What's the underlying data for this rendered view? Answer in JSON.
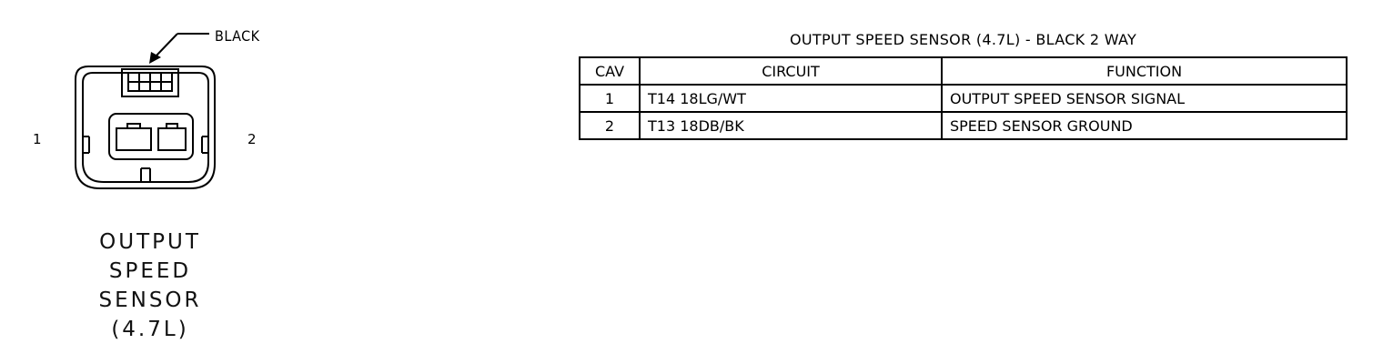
{
  "diagram": {
    "callout_label": "BLACK",
    "pin_left": "1",
    "pin_right": "2",
    "connector_name_lines": [
      "OUTPUT",
      "SPEED",
      "SENSOR",
      "(4.7L)"
    ]
  },
  "table": {
    "title": "OUTPUT SPEED SENSOR (4.7L) - BLACK 2 WAY",
    "headers": [
      "CAV",
      "CIRCUIT",
      "FUNCTION"
    ],
    "rows": [
      [
        "1",
        "T14 18LG/WT",
        "OUTPUT SPEED SENSOR SIGNAL"
      ],
      [
        "2",
        "T13 18DB/BK",
        "SPEED SENSOR GROUND"
      ]
    ]
  }
}
